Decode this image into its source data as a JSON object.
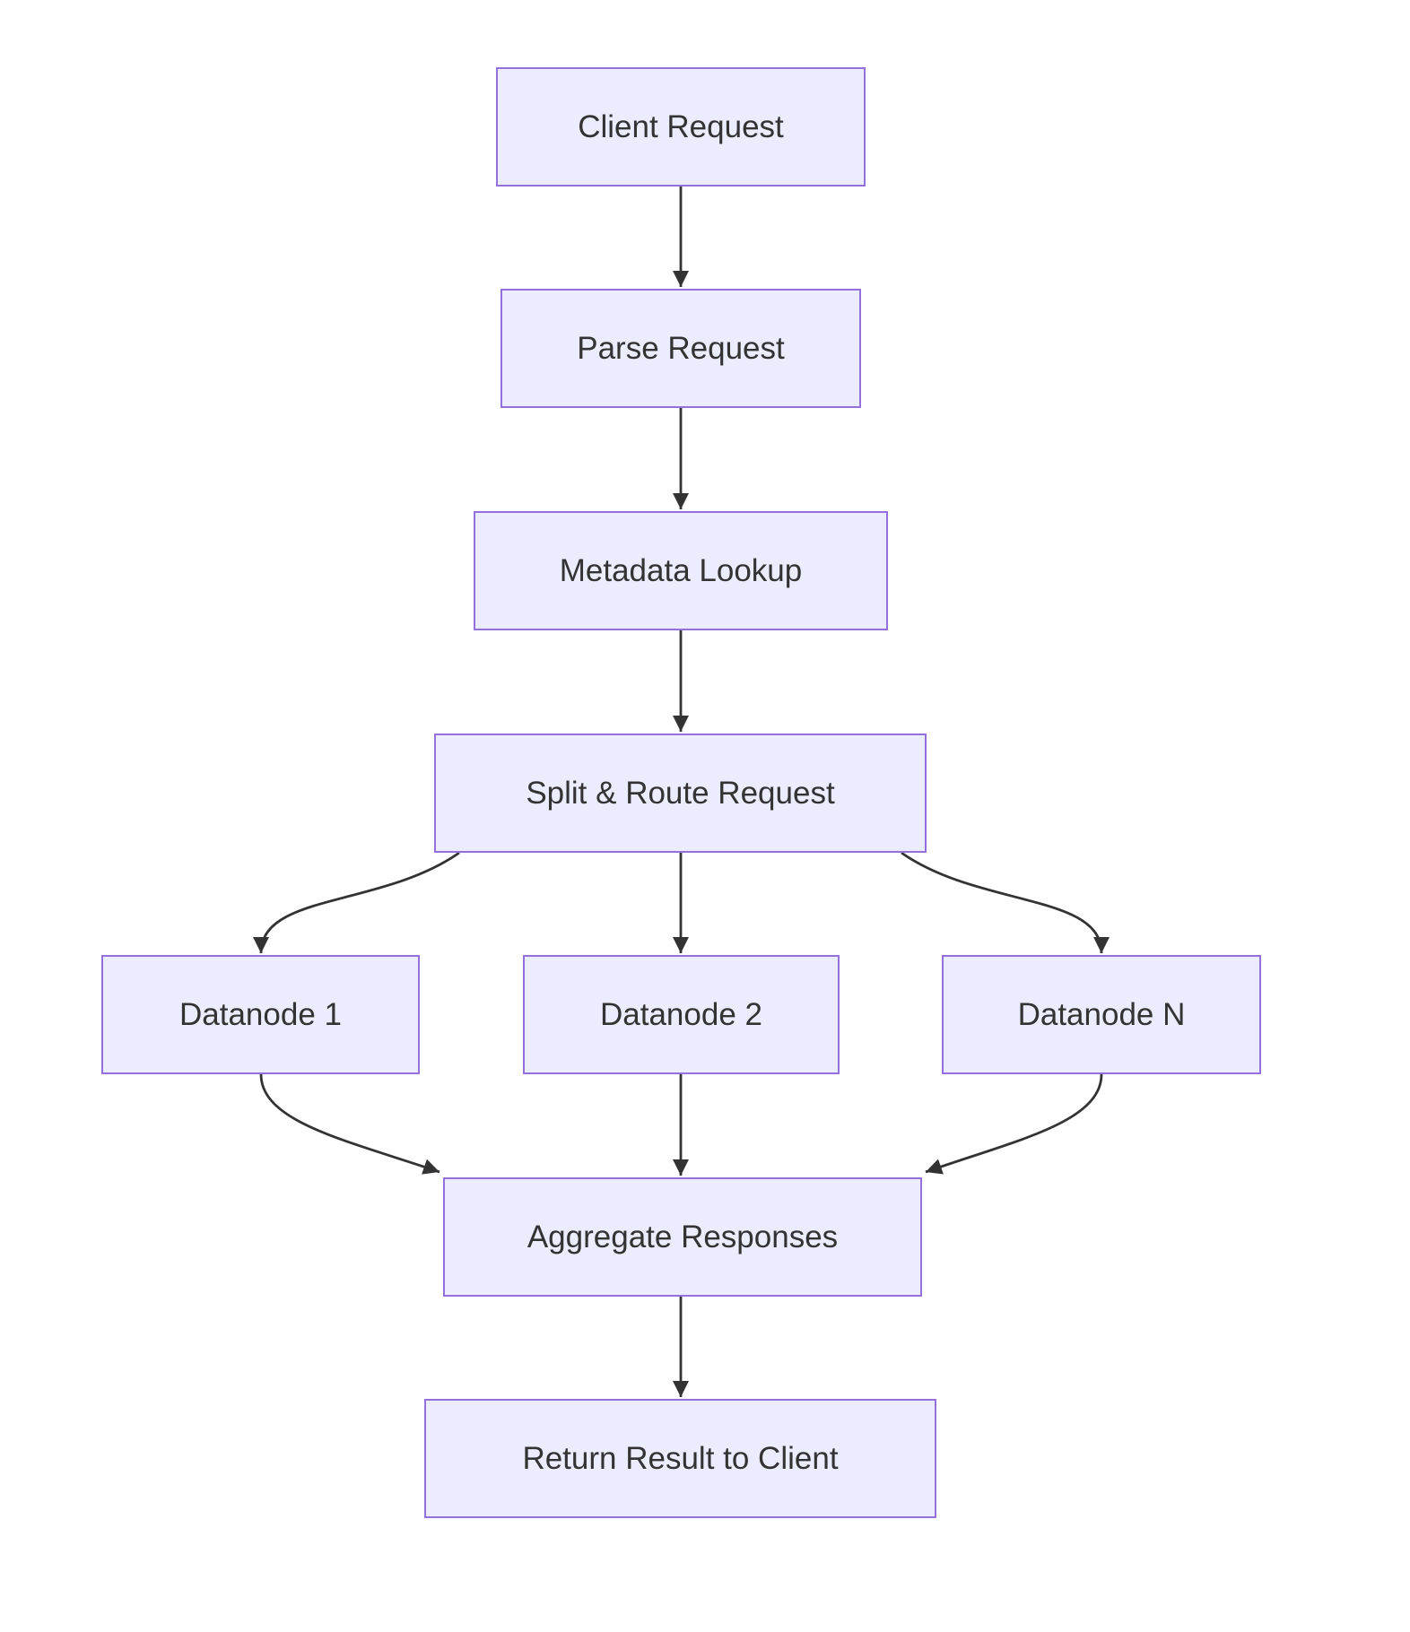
{
  "diagram": {
    "type": "flowchart",
    "direction": "top-down",
    "nodes": [
      {
        "id": "client",
        "label": "Client Request"
      },
      {
        "id": "parse",
        "label": "Parse Request"
      },
      {
        "id": "metadata",
        "label": "Metadata Lookup"
      },
      {
        "id": "split",
        "label": "Split & Route Request"
      },
      {
        "id": "datanode1",
        "label": "Datanode 1"
      },
      {
        "id": "datanode2",
        "label": "Datanode 2"
      },
      {
        "id": "datanodeN",
        "label": "Datanode N"
      },
      {
        "id": "aggregate",
        "label": "Aggregate Responses"
      },
      {
        "id": "return",
        "label": "Return Result to Client"
      }
    ],
    "edges": [
      {
        "from": "client",
        "to": "parse"
      },
      {
        "from": "parse",
        "to": "metadata"
      },
      {
        "from": "metadata",
        "to": "split"
      },
      {
        "from": "split",
        "to": "datanode1"
      },
      {
        "from": "split",
        "to": "datanode2"
      },
      {
        "from": "split",
        "to": "datanodeN"
      },
      {
        "from": "datanode1",
        "to": "aggregate"
      },
      {
        "from": "datanode2",
        "to": "aggregate"
      },
      {
        "from": "datanodeN",
        "to": "aggregate"
      },
      {
        "from": "aggregate",
        "to": "return"
      }
    ],
    "colors": {
      "background": "#ffffff",
      "node_fill": "#ECECFF",
      "node_border": "#9370DB",
      "edge": "#333333",
      "text": "#333333"
    }
  }
}
